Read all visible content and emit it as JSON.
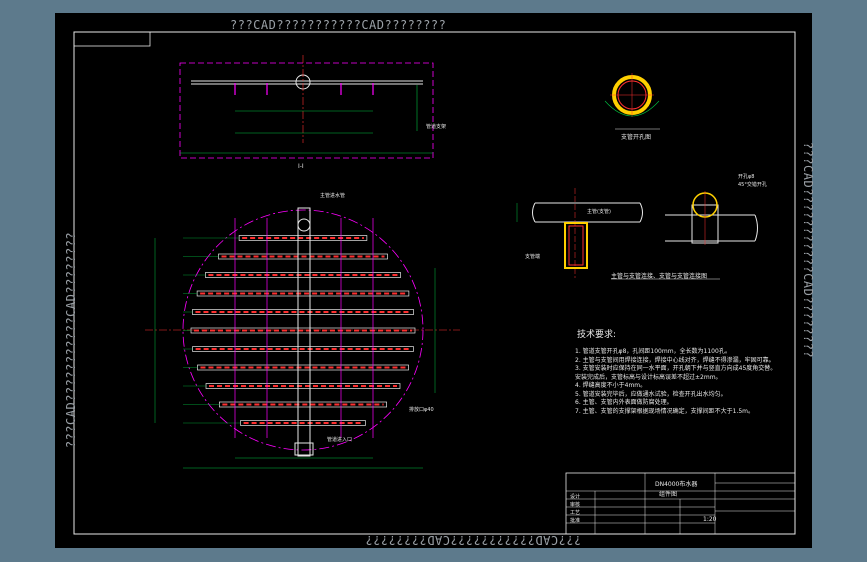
{
  "watermark": {
    "top": "???CAD???????????CAD????????",
    "bottom": "???CAD???????????CAD????????",
    "left": "???CAD???????????CAD????????",
    "right": "???CAD???????????CAD????????"
  },
  "section_label": "I-I",
  "colors": {
    "background": "#5d7a8c",
    "paper": "#000000",
    "frame": "#e8e8e8",
    "outline_magenta": "#ff00ff",
    "pipe_red": "#ff3030",
    "pipe_yellow": "#ffff00",
    "dim_green": "#00c040",
    "hole_yellow": "#ffd000"
  },
  "tech_req": {
    "title": "技术要求:",
    "items": [
      "1. 管道支管开孔φ8，孔间距100mm，全长数为1100孔。",
      "2. 主管与支管间用焊接连接，焊接中心线对齐，焊缝不得渗漏，牢固可靠。",
      "3. 支管安装时应保持在同一水平面，开孔朝下并与竖直方向成45度角交替。",
      "   安装完成后，支管标高与设计标高误差不超过±2mm。",
      "4. 焊缝高度不小于4mm。",
      "5. 管道安装完毕后，应做通水试验，检查开孔出水均匀。",
      "6. 主管、支管内外表面做防腐处理。",
      "7. 主管、支管的支撑架根据现场情况确定，支撑间距不大于1.5m。"
    ]
  },
  "view_labels": {
    "pipe_hole": "支管开孔图",
    "connection": "主管与支管连接、支管与支管连接图",
    "main_pipe": "主管(支管)",
    "branch": "支管端",
    "hole_note": "开孔φ8",
    "hole_note2": "45°交错开孔",
    "top_label": "主管进水管",
    "side_label": "管道支架",
    "bottom_label": "管道进入口",
    "right_label": "排放口φ40"
  },
  "title_block": {
    "name": "DN4000布水器",
    "sub": "组件图",
    "scale": "1:20",
    "rows": [
      "设计",
      "审核",
      "工艺",
      "批准"
    ]
  }
}
